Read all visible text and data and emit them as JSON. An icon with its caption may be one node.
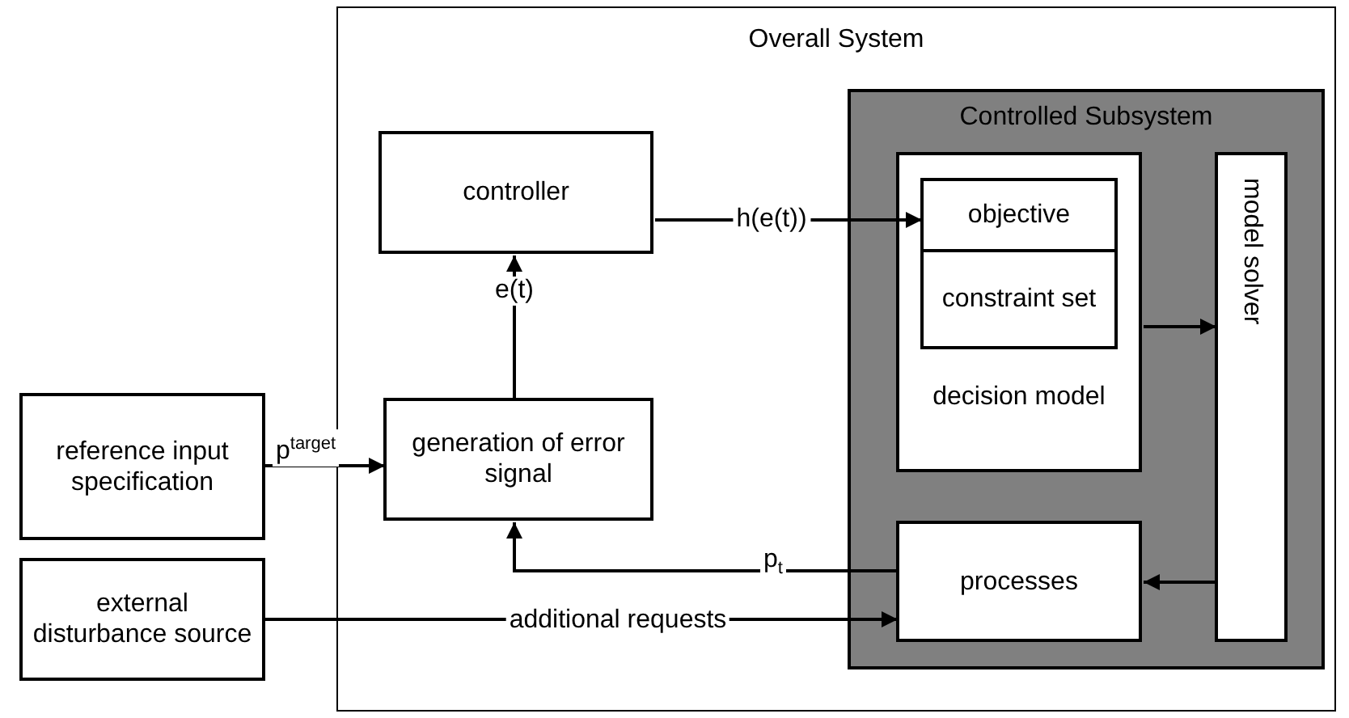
{
  "diagram": {
    "nodes": [
      {
        "text": [
          "Overall System"
        ]
      },
      {
        "text": [
          "controller"
        ],
        "in": 0
      },
      {
        "text": [
          "Controlled Subsystem"
        ],
        "in": 0
      },
      {
        "text": [
          "decision model"
        ],
        "in": 2
      },
      {
        "text": [
          "objective"
        ],
        "in": 3
      },
      {
        "text": [
          "constraint set"
        ],
        "in": 3
      },
      {
        "text": [
          "model solver"
        ],
        "in": 2
      },
      {
        "text": [
          "reference input specification"
        ]
      },
      {
        "text": [
          "generation of error signal"
        ],
        "in": 0
      },
      {
        "text": [
          "external disturbance source"
        ]
      },
      {
        "text": [
          "processes"
        ],
        "in": 2
      }
    ],
    "edges": [
      {
        "from": 8,
        "to": 1,
        "arrow": "to",
        "label": "e(t)"
      },
      {
        "from": 1,
        "to": 4,
        "arrow": "to",
        "label": "h(e(t))"
      },
      {
        "from": 3,
        "to": 6,
        "arrow": "to"
      },
      {
        "from": 6,
        "to": 10,
        "arrow": "to"
      },
      {
        "from": 10,
        "to": 8,
        "arrow": "to",
        "label": "p$_{t}$"
      },
      {
        "from": 7,
        "to": 8,
        "arrow": "to",
        "label": "p$^{target}$"
      },
      {
        "from": 9,
        "to": 10,
        "arrow": "to",
        "label": "additional requests"
      }
    ]
  }
}
